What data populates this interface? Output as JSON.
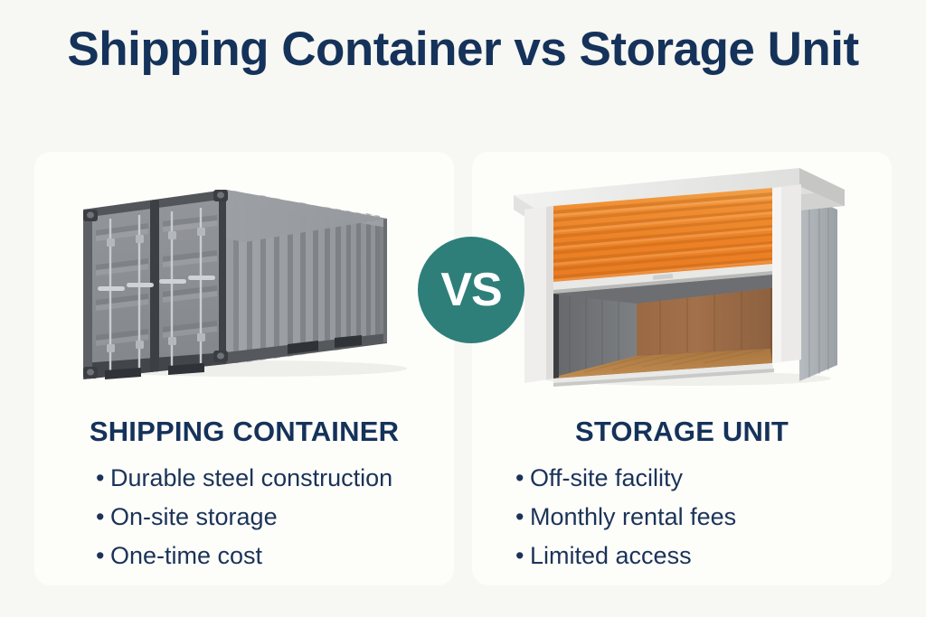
{
  "title": "Shipping Container vs Storage Unit",
  "vs_label": "VS",
  "colors": {
    "background": "#f7f7f3",
    "card": "#fdfdfa",
    "navy": "#15325a",
    "teal": "#2e7f79",
    "container_grey": "#8d9095",
    "door_orange": "#ed8527"
  },
  "left": {
    "heading": "SHIPPING CONTAINER",
    "image_alt": "grey shipping container",
    "bullets": [
      "Durable steel construction",
      "On-site storage",
      "One-time cost"
    ]
  },
  "right": {
    "heading": "STORAGE UNIT",
    "image_alt": "storage unit with orange roll-up door",
    "bullets": [
      "Off-site facility",
      "Monthly rental fees",
      "Limited access"
    ]
  },
  "bullet_char": "•"
}
